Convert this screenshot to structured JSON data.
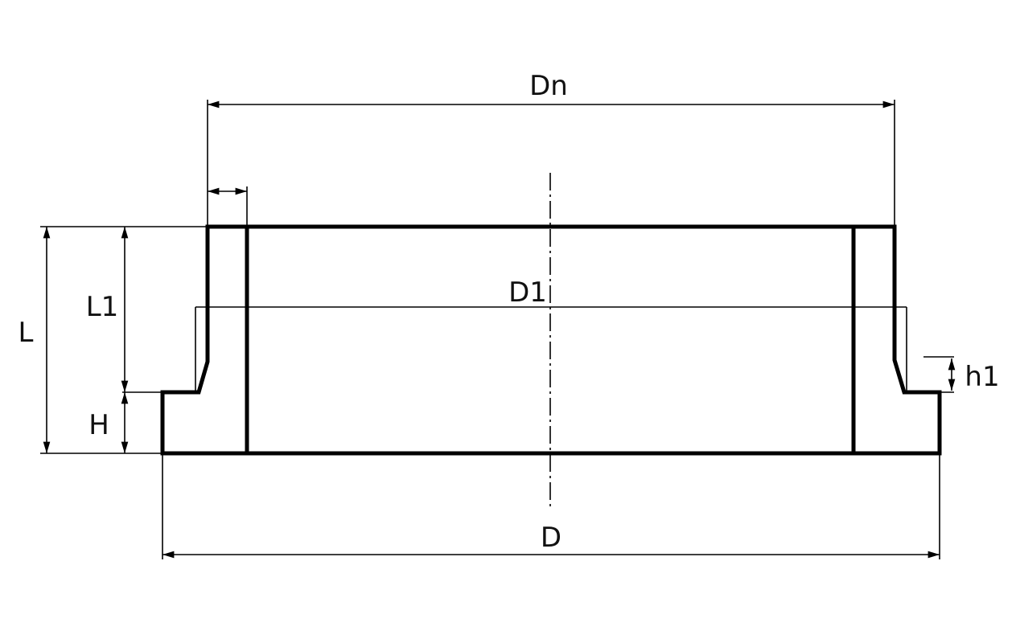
{
  "drawing": {
    "title": "Flange adapter cross-section",
    "labels": {
      "Dn": "Dn",
      "D1": "D1",
      "D": "D",
      "L": "L",
      "L1": "L1",
      "H": "H",
      "h1": "h1"
    }
  }
}
